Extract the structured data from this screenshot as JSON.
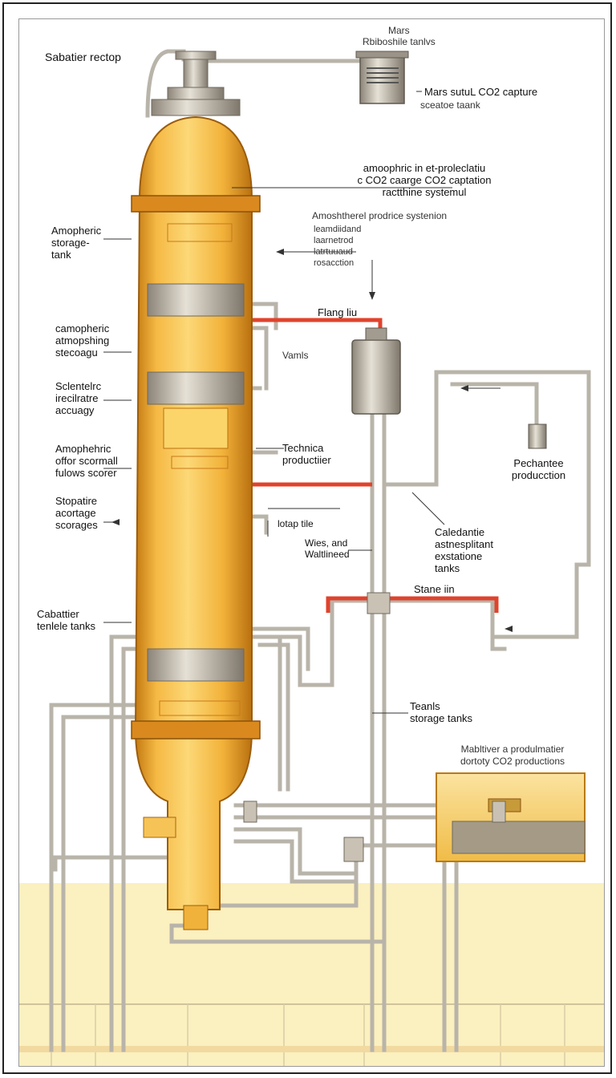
{
  "title": "Sabatier rectop",
  "labels": {
    "top_mars": "Mars",
    "top_mars_sub": "Rbiboshile tanlvs",
    "co2_capture": "Mars sutuL CO2  capture",
    "co2_capture_sub": "sceatoe taank",
    "atmos_precipitation": "amoophric in et-proleclatiu\nc CO2 caarge CO2 captation\nractthine systemul",
    "atmos_produce": "Amoshtherel prodrice systenion",
    "atmos_produce_lines": [
      "leamdiidand",
      "laarnetrod",
      "latrtuuaud",
      "rosacction"
    ],
    "storage_left_1": "Amopheric\nstorage-\ntank",
    "left_2": "camopheric\natmopshing\nstecoagu",
    "left_3": "Sclentelrc\nirecilratre\naccuagy",
    "left_4": "Amophehric\noffor scormall\nfulows scorer",
    "left_5": "Stopatire\nacortage\nscorages",
    "left_6": "Cabattier\ntenlele tanks",
    "flange": "Flang liu",
    "vamis": "Vamls",
    "technical": "Technica\nproductiier",
    "tap": "lotap tile",
    "wies": "Wies, and\nWaltlineed",
    "stane": "Stane iin",
    "caledantie": "Caledantie\nastnesplitant\nexstatione\ntanks",
    "pechantee": "Pechantee\nproducction",
    "teanis": "Teanls\nstorage tanks",
    "mabltiver": "Mabltiver  a produlmatier\ndortoty CO2 productions"
  },
  "colors": {
    "reactor_body": "#f0b23a",
    "reactor_light": "#fbd978",
    "reactor_dark": "#c47a12",
    "red_pipe": "#e0432c",
    "pipe": "#b9b4aa",
    "ground": "#fbf0bf"
  }
}
